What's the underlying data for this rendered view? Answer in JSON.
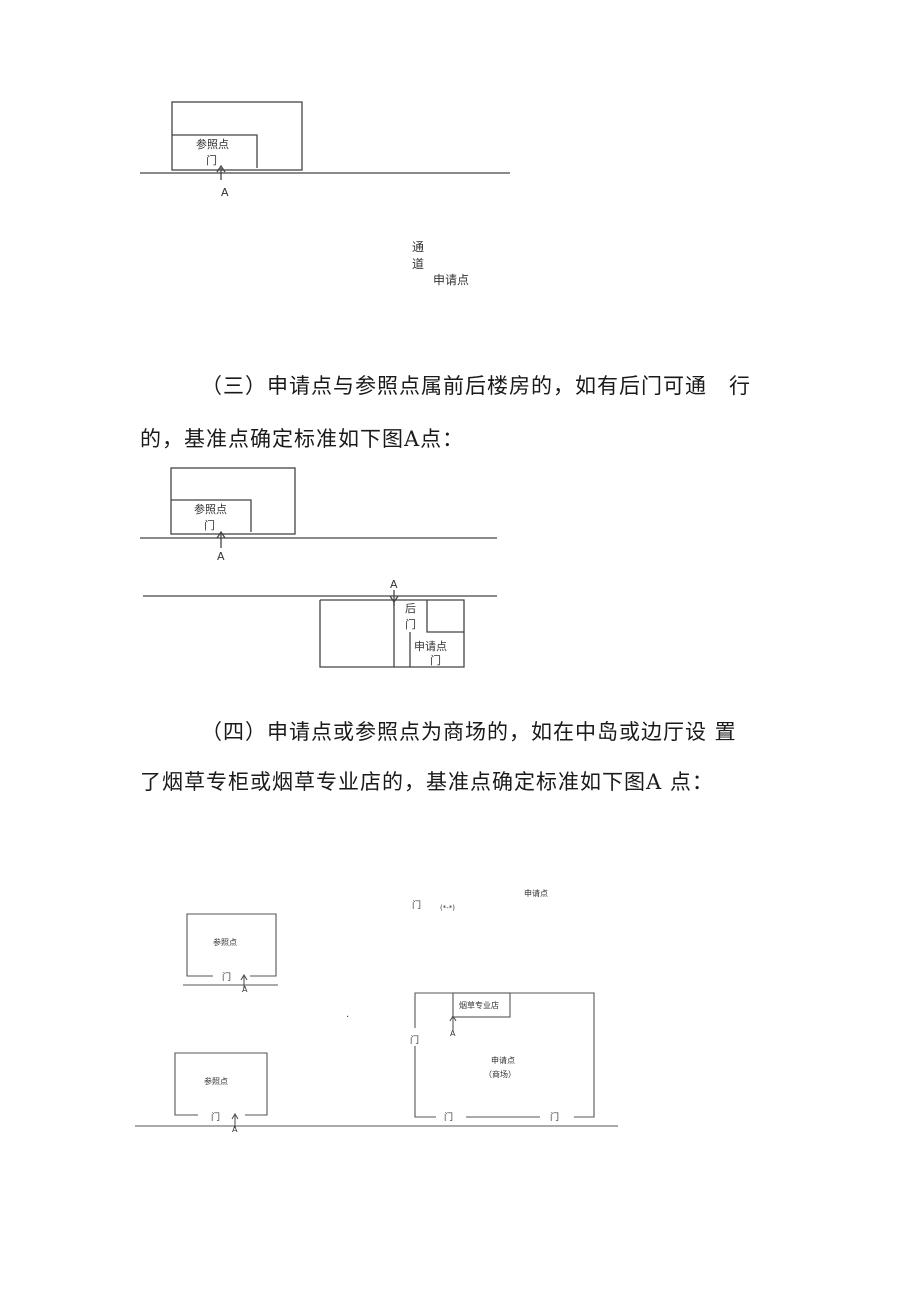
{
  "diagram1": {
    "reference_label": "参照点",
    "door_label": "门",
    "point_label": "A",
    "passage_char1": "通",
    "passage_char2": "道",
    "applicant_label": "申请点"
  },
  "section3": {
    "line1": "（三）申请点与参照点属前后楼房的，如有后门可通　行",
    "line2": "的，基准点确定标准如下图A点："
  },
  "diagram2": {
    "reference_label": "参照点",
    "door_label": "门",
    "point_label_top": "A",
    "point_label_bottom": "A",
    "back_label": "后",
    "back_door_label": "门",
    "applicant_label": "申请点",
    "applicant_door_label": "门"
  },
  "section4": {
    "line1": "（四）申请点或参照点为商场的，如在中岛或边厅设 置",
    "line2": "了烟草专柜或烟草专业店的，基准点确定标准如下图A 点："
  },
  "diagram3": {
    "top_applicant_label": "申请点",
    "top_door_label": "门",
    "top_paren": "(*-*)",
    "ref1_label": "参照点",
    "ref1_door": "门",
    "ref1_point": "A",
    "dot": "·",
    "shop_label": "烟草专业店",
    "shop_point": "A",
    "mall_side_door": "门",
    "mall_applicant": "申请点",
    "mall_name": "（商场）",
    "mall_door_left": "门",
    "mall_door_right": "门",
    "ref2_label": "参照点",
    "ref2_door": "门",
    "ref2_point": "A"
  }
}
